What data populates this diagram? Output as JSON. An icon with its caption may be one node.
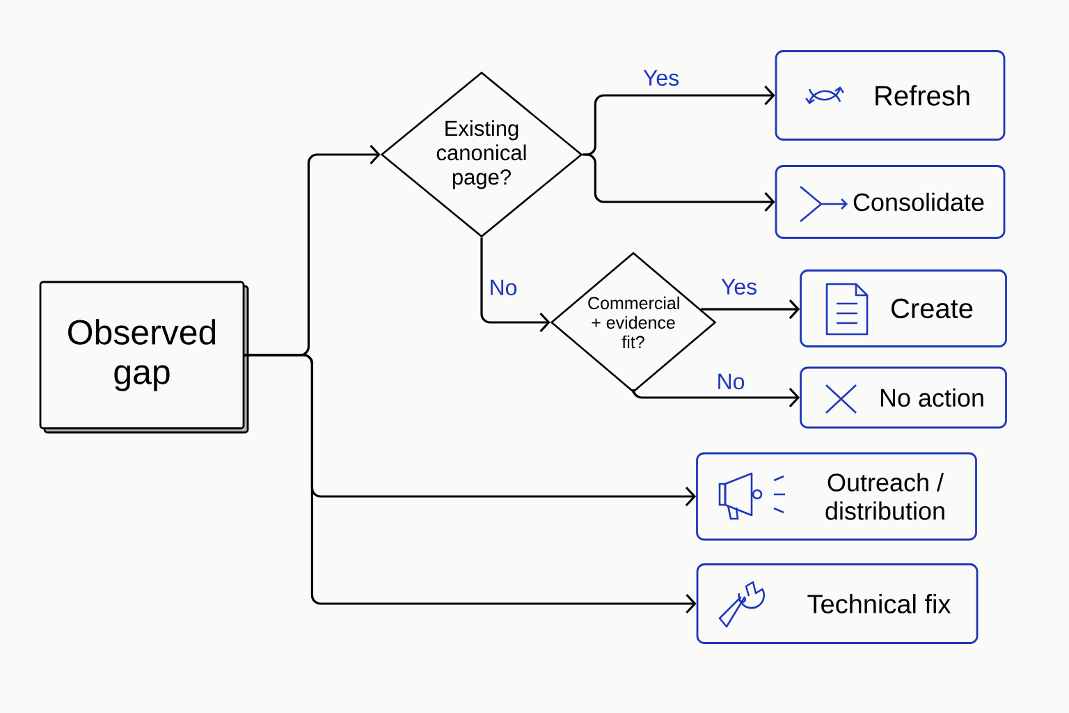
{
  "diagram": {
    "nodes": [
      {
        "text": [
          "Observed gap"
        ]
      },
      {
        "text": [
          "Existing canonical page?"
        ]
      },
      {
        "text": [
          "Refresh"
        ]
      },
      {
        "text": [
          "Consolidate"
        ]
      },
      {
        "text": [
          "Commercial + evidence fit?"
        ]
      },
      {
        "text": [
          "Create"
        ]
      },
      {
        "text": [
          "No action"
        ]
      },
      {
        "text": [
          "Outreach / distribution"
        ]
      },
      {
        "text": [
          "Technical fix"
        ]
      }
    ],
    "edges": [
      {
        "from": 0,
        "to": 1,
        "arrow": "to"
      },
      {
        "from": 0,
        "to": 7,
        "arrow": "to"
      },
      {
        "from": 0,
        "to": 8,
        "arrow": "to"
      },
      {
        "from": 1,
        "to": 2,
        "arrow": "to",
        "label": "Yes"
      },
      {
        "from": 1,
        "to": 3,
        "arrow": "to"
      },
      {
        "from": 1,
        "to": 4,
        "arrow": "to",
        "label": "No"
      },
      {
        "from": 4,
        "to": 5,
        "arrow": "to",
        "label": "Yes"
      },
      {
        "from": 4,
        "to": 6,
        "arrow": "to",
        "label": "No"
      }
    ]
  }
}
